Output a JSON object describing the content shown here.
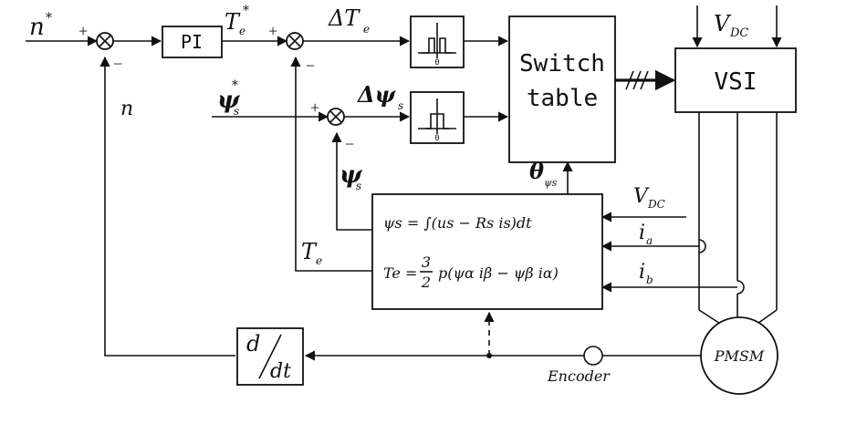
{
  "blocks": {
    "pi": "PI",
    "switch_table": [
      "Switch",
      "table"
    ],
    "vsi": "VSI",
    "pmsm": "PMSM",
    "derivative_num": "d",
    "derivative_den": "dt",
    "hysteresis_zero": "0"
  },
  "signals": {
    "n_ref": "n",
    "n_ref_star": "*",
    "n_fb": "n",
    "te_ref": "T",
    "te_ref_sub": "e",
    "te_ref_star": "*",
    "delta_te": "ΔT",
    "delta_te_sub": "e",
    "psi_ref": "ψ",
    "psi_ref_sub": "s",
    "psi_ref_star": "*",
    "delta_psi": "Δψ",
    "delta_psi_sub": "s",
    "psi_fb": "ψ",
    "psi_fb_sub": "s",
    "te_fb": "T",
    "te_fb_sub": "e",
    "theta": "θ",
    "theta_sub": "ψs",
    "vdc_top": "V",
    "vdc_top_sub": "DC",
    "vdc_est": "V",
    "vdc_est_sub": "DC",
    "ia": "i",
    "ia_sub": "a",
    "ib": "i",
    "ib_sub": "b",
    "encoder": "Encoder"
  },
  "equations": {
    "flux": "ψs = ∫(us − Rs is)dt",
    "torque_lhs": "Te =",
    "torque_frac_num": "3",
    "torque_frac_den": "2",
    "torque_rhs": "p(ψα iβ − ψβ iα)"
  },
  "signs": {
    "plus1": "+",
    "minus1": "−",
    "plus2": "+",
    "minus2": "−",
    "plus3": "+",
    "minus3": "−"
  }
}
